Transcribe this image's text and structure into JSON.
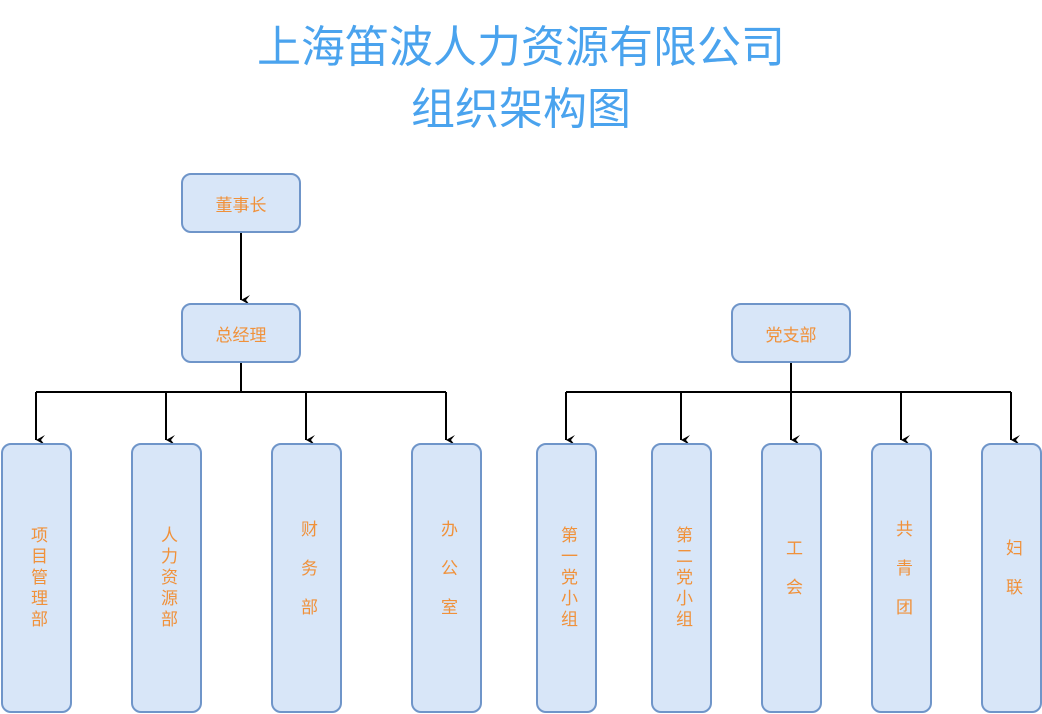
{
  "title": {
    "line1": "上海笛波人力资源有限公司",
    "line2": "组织架构图"
  },
  "nodes": {
    "chairman": "董事长",
    "general_manager": "总经理",
    "party_branch": "党支部",
    "departments": [
      "项目管理部",
      "人力资源部",
      "财务部",
      "办公室"
    ],
    "party_groups": [
      "第一党小组",
      "第二党小组",
      "工会",
      "共青团",
      "妇联"
    ]
  },
  "colors": {
    "title": "#4aa3ee",
    "node_fill": "#d8e6f8",
    "node_border": "#6f95c9",
    "node_text": "#f0913a",
    "connector": "#000000"
  }
}
